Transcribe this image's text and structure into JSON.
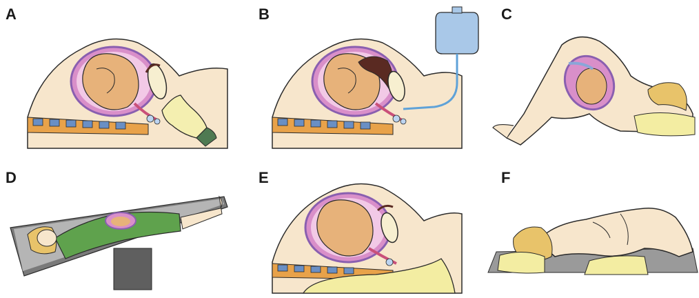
{
  "panels": [
    {
      "label": "A"
    },
    {
      "label": "B"
    },
    {
      "label": "C"
    },
    {
      "label": "D"
    },
    {
      "label": "E"
    },
    {
      "label": "F"
    }
  ],
  "colors": {
    "skin": "#f7e6cc",
    "outline": "#2a2a2a",
    "uterus_pink": "#d98fc9",
    "uterus_purple": "#8a5fb0",
    "fetus": "#e7b27a",
    "spine_orange": "#e8a24a",
    "spine_blue": "#6a8fc4",
    "glove": "#f4efb0",
    "cuff_green": "#4f7a52",
    "bag_blue": "#a9c8e8",
    "placenta_brown": "#5a2a22",
    "gown_green": "#5fa24d",
    "table_gray": "#7a7a7a",
    "hair_blonde": "#e8c36a",
    "pillow_yellow": "#f3eda2",
    "mat_gray": "#9a9a9a"
  }
}
